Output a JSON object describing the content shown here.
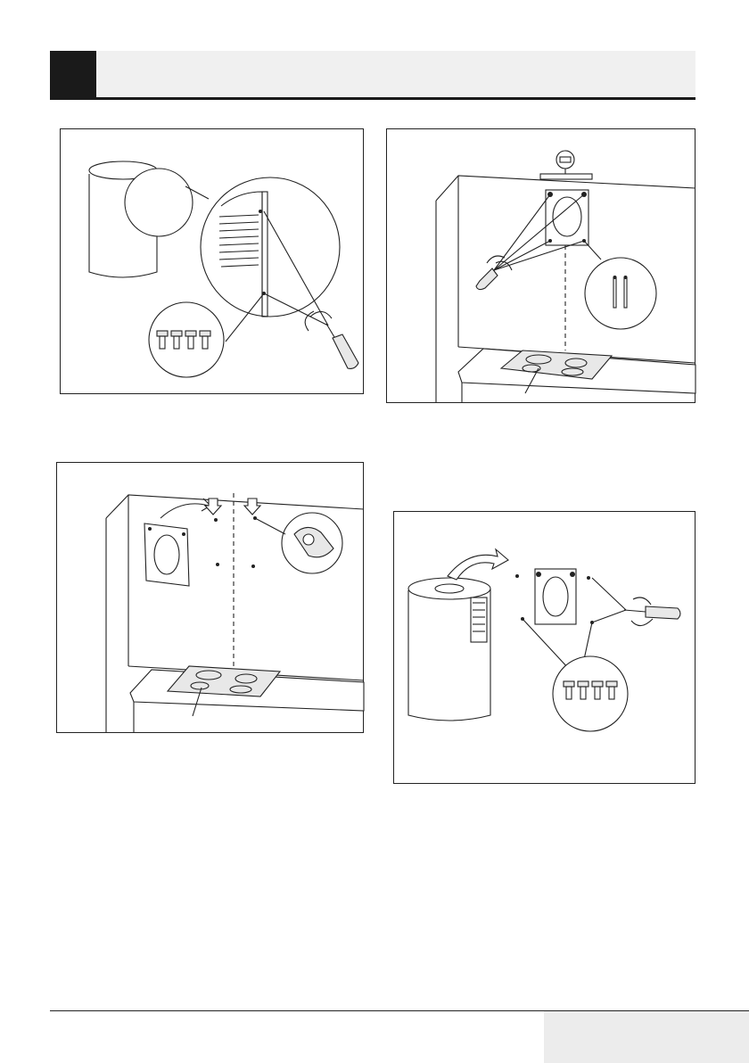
{
  "page": {
    "section_number": "",
    "section_title": "",
    "page_number": ""
  },
  "figures": [
    {
      "name": "remove-side-screws"
    },
    {
      "name": "mark-ceiling-bracket"
    },
    {
      "name": "fix-bracket-to-wall"
    },
    {
      "name": "hang-hood-on-bracket"
    }
  ],
  "colors": {
    "line": "#222222",
    "header_band": "#f0f0f0",
    "header_block": "#1a1a1a",
    "footer_box": "#ececec"
  }
}
